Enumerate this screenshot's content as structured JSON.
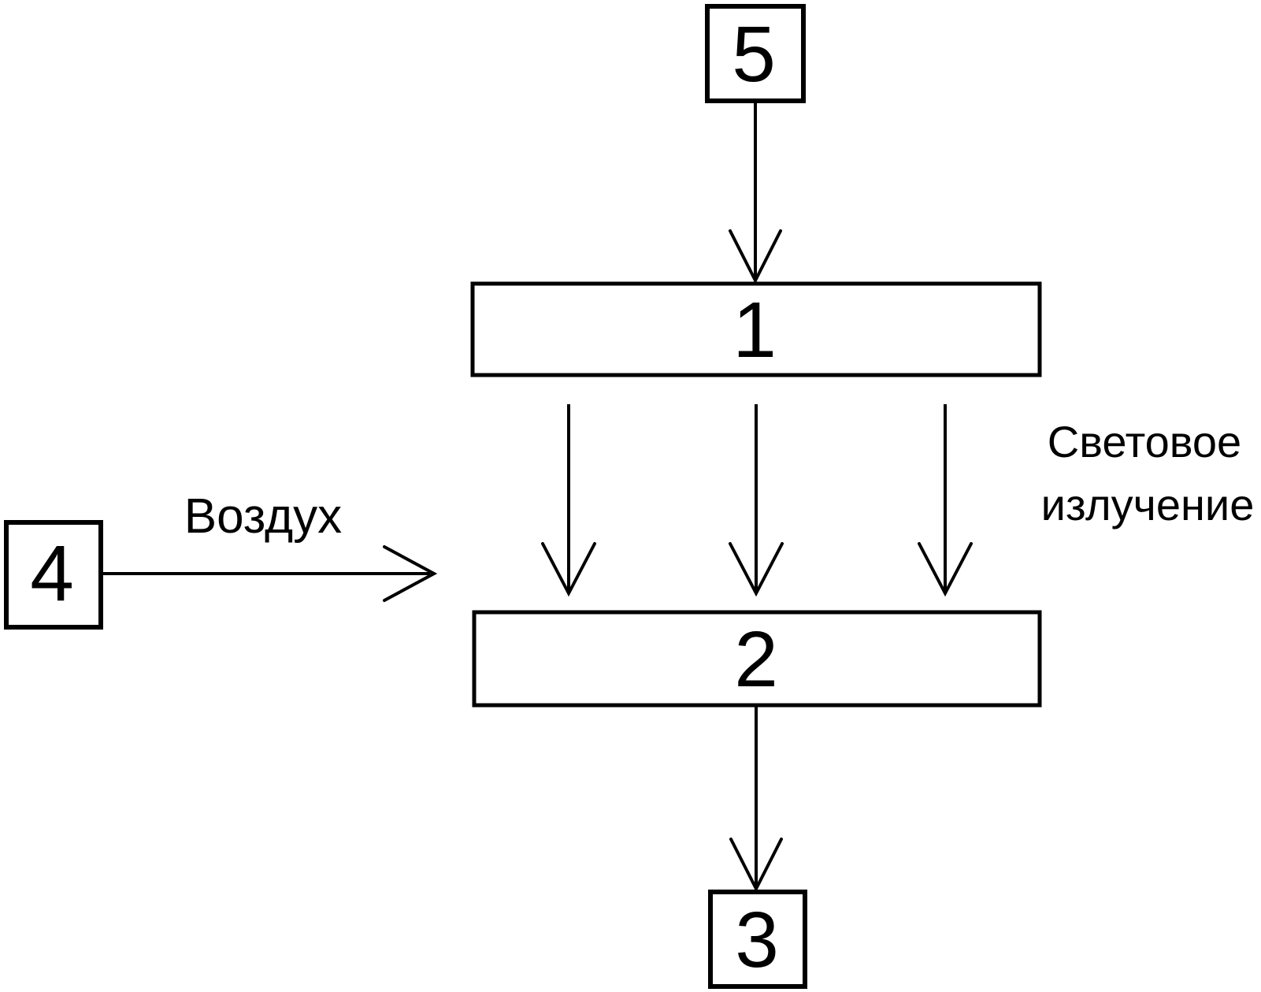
{
  "diagram": {
    "colors": {
      "ink": "#000000",
      "background": "#ffffff"
    },
    "nodes": [
      {
        "id": "5",
        "label": "5",
        "shape": "small-square"
      },
      {
        "id": "1",
        "label": "1",
        "shape": "wide-rectangle"
      },
      {
        "id": "2",
        "label": "2",
        "shape": "wide-rectangle"
      },
      {
        "id": "3",
        "label": "3",
        "shape": "small-square"
      },
      {
        "id": "4",
        "label": "4",
        "shape": "small-square"
      }
    ],
    "edges": [
      {
        "from": "5",
        "to": "1",
        "label": ""
      },
      {
        "from": "1",
        "to": "2",
        "label": "Световое излучение",
        "arrows": 3
      },
      {
        "from": "2",
        "to": "3",
        "label": ""
      },
      {
        "from": "4",
        "to": "2-area",
        "label": "Воздух"
      }
    ],
    "annotations": {
      "air": "Воздух",
      "light_line1": "Световое",
      "light_line2": "излучение"
    }
  }
}
